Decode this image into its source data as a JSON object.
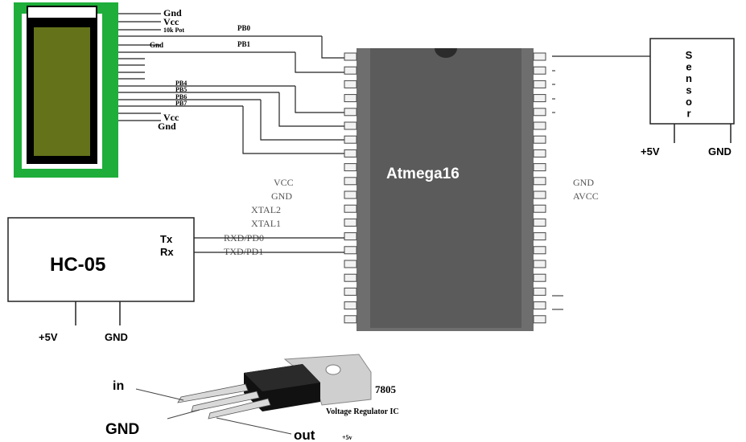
{
  "lcd": {
    "pin_labels": [
      "Gnd",
      "Vcc",
      "10k Pot",
      "Gnd",
      "Vcc",
      "Gnd"
    ],
    "port_labels": [
      "PB0",
      "PB1",
      "PB4",
      "PB5",
      "PB6",
      "PB7"
    ]
  },
  "mcu": {
    "name": "Atmega16",
    "left_labels": [
      "VCC",
      "GND",
      "XTAL2",
      "XTAL1",
      "RXD/PD0",
      "TXD/PD1"
    ],
    "right_labels": [
      "GND",
      "AVCC"
    ]
  },
  "sensor": {
    "name": "Sensor",
    "pin_labels": [
      "+5V",
      "GND"
    ]
  },
  "hc05": {
    "name": "HC-05",
    "tx_label": "Tx",
    "rx_label": "Rx",
    "pin_labels": [
      "+5V",
      "GND"
    ]
  },
  "regulator": {
    "part": "7805",
    "caption": "Voltage Regulator IC",
    "in_label": "in",
    "gnd_label": "GND",
    "out_label": "out",
    "out_note": "+5v"
  },
  "colors": {
    "lcd_board": "#1fae3a",
    "lcd_screen": "#64731a",
    "chip_body": "#6e6e6e",
    "wire": "#222222"
  }
}
